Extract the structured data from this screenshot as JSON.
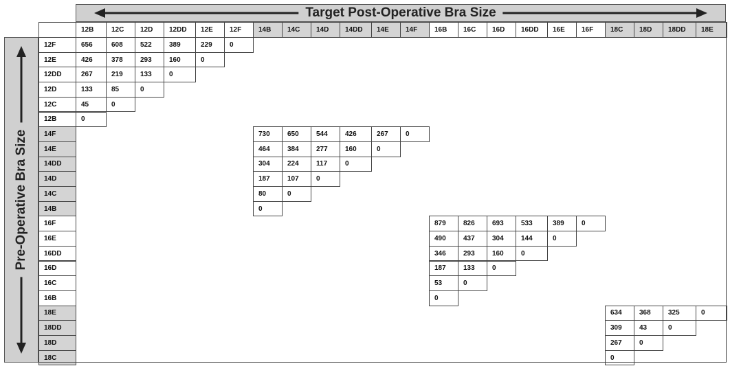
{
  "title_top": "Target Post-Operative Bra Size",
  "title_left": "Pre-Operative Bra Size",
  "colors": {
    "shaded": "#d4d4d4",
    "white": "#ffffff",
    "banner": "#d0d0d0"
  },
  "columns": [
    {
      "label": "12B",
      "shade": false
    },
    {
      "label": "12C",
      "shade": false
    },
    {
      "label": "12D",
      "shade": false
    },
    {
      "label": "12DD",
      "shade": false
    },
    {
      "label": "12E",
      "shade": false
    },
    {
      "label": "12F",
      "shade": false
    },
    {
      "label": "14B",
      "shade": true
    },
    {
      "label": "14C",
      "shade": true
    },
    {
      "label": "14D",
      "shade": true
    },
    {
      "label": "14DD",
      "shade": true
    },
    {
      "label": "14E",
      "shade": true
    },
    {
      "label": "14F",
      "shade": true
    },
    {
      "label": "16B",
      "shade": false
    },
    {
      "label": "16C",
      "shade": false
    },
    {
      "label": "16D",
      "shade": false
    },
    {
      "label": "16DD",
      "shade": false
    },
    {
      "label": "16E",
      "shade": false
    },
    {
      "label": "16F",
      "shade": false
    },
    {
      "label": "18C",
      "shade": true
    },
    {
      "label": "18D",
      "shade": true
    },
    {
      "label": "18DD",
      "shade": true
    },
    {
      "label": "18E",
      "shade": true
    }
  ],
  "rows": [
    {
      "label": "12F",
      "shade": false
    },
    {
      "label": "12E",
      "shade": false
    },
    {
      "label": "12DD",
      "shade": false
    },
    {
      "label": "12D",
      "shade": false
    },
    {
      "label": "12C",
      "shade": false
    },
    {
      "label": "12B",
      "shade": false
    },
    {
      "label": "14F",
      "shade": true
    },
    {
      "label": "14E",
      "shade": true
    },
    {
      "label": "14DD",
      "shade": true
    },
    {
      "label": "14D",
      "shade": true
    },
    {
      "label": "14C",
      "shade": true
    },
    {
      "label": "14B",
      "shade": true
    },
    {
      "label": "16F",
      "shade": false
    },
    {
      "label": "16E",
      "shade": false
    },
    {
      "label": "16DD",
      "shade": false
    },
    {
      "label": "16D",
      "shade": false
    },
    {
      "label": "16C",
      "shade": false
    },
    {
      "label": "16B",
      "shade": false
    },
    {
      "label": "18E",
      "shade": true
    },
    {
      "label": "18DD",
      "shade": true
    },
    {
      "label": "18D",
      "shade": true
    },
    {
      "label": "18C",
      "shade": true
    }
  ],
  "blocks": [
    {
      "row_start": 0,
      "col_start": 0,
      "rows": [
        [
          "656",
          "608",
          "522",
          "389",
          "229",
          "0"
        ],
        [
          "426",
          "378",
          "293",
          "160",
          "0"
        ],
        [
          "267",
          "219",
          "133",
          "0"
        ],
        [
          "133",
          "85",
          "0"
        ],
        [
          "45",
          "0"
        ],
        [
          "0"
        ]
      ]
    },
    {
      "row_start": 6,
      "col_start": 6,
      "rows": [
        [
          "730",
          "650",
          "544",
          "426",
          "267",
          "0"
        ],
        [
          "464",
          "384",
          "277",
          "160",
          "0"
        ],
        [
          "304",
          "224",
          "117",
          "0"
        ],
        [
          "187",
          "107",
          "0"
        ],
        [
          "80",
          "0"
        ],
        [
          "0"
        ]
      ]
    },
    {
      "row_start": 12,
      "col_start": 12,
      "rows": [
        [
          "879",
          "826",
          "693",
          "533",
          "389",
          "0"
        ],
        [
          "490",
          "437",
          "304",
          "144",
          "0"
        ],
        [
          "346",
          "293",
          "160",
          "0"
        ],
        [
          "187",
          "133",
          "0"
        ],
        [
          "53",
          "0"
        ],
        [
          "0"
        ]
      ]
    },
    {
      "row_start": 18,
      "col_start": 18,
      "rows": [
        [
          "634",
          "368",
          "325",
          "0"
        ],
        [
          "309",
          "43",
          "0"
        ],
        [
          "267",
          "0"
        ],
        [
          "0"
        ]
      ]
    }
  ]
}
